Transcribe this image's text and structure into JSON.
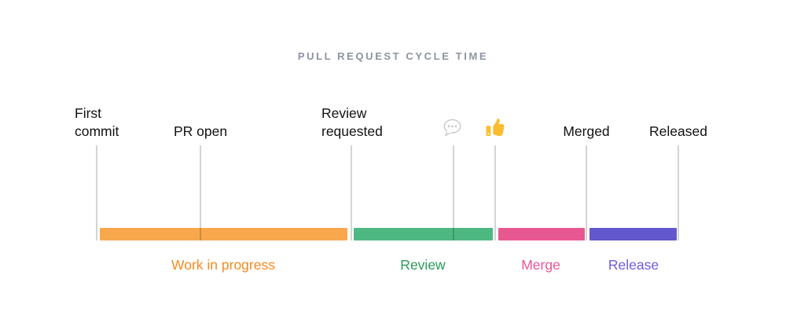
{
  "title": "PULL REQUEST CYCLE TIME",
  "events": {
    "first_commit": {
      "line1": "First",
      "line2": "commit"
    },
    "pr_open": {
      "label": "PR open"
    },
    "review_requested": {
      "line1": "Review",
      "line2": "requested"
    },
    "comment": {
      "icon": "speech-bubble-icon"
    },
    "approval": {
      "icon": "thumbs-up-icon"
    },
    "merged": {
      "label": "Merged"
    },
    "released": {
      "label": "Released"
    }
  },
  "phases": {
    "work_in_progress": {
      "label": "Work in progress",
      "bar_color": "#F9A74D",
      "text_color": "#F68A1F"
    },
    "review": {
      "label": "Review",
      "bar_color": "#4DB881",
      "text_color": "#279A58"
    },
    "merge": {
      "label": "Merge",
      "bar_color": "#E85890",
      "text_color": "#EE5397"
    },
    "release": {
      "label": "Release",
      "bar_color": "#6357CD",
      "text_color": "#6E5CE0"
    }
  },
  "colors": {
    "title_text": "#8d94a2",
    "event_text": "#101113",
    "tick_line": "#d4d4d4",
    "background": "#ffffff",
    "bubble_fill": "#fdfdfd",
    "bubble_stroke": "#c4c4c4",
    "thumb_fill": "#FBBD2E"
  }
}
